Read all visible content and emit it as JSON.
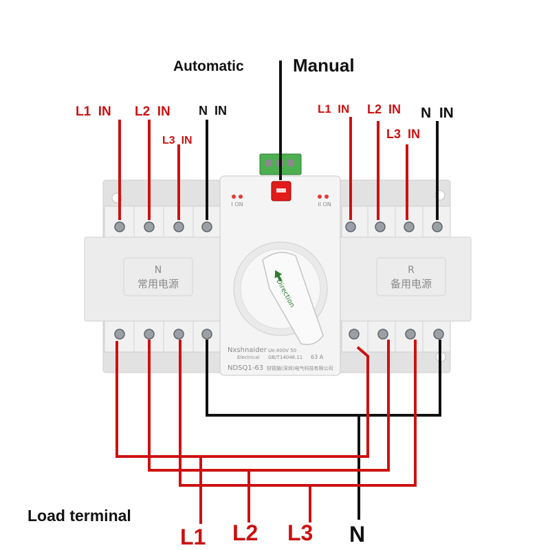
{
  "mode_labels": {
    "automatic": "Automatic",
    "manual": "Manual"
  },
  "left_inputs": {
    "l1": "L1  IN",
    "l2": "L2  IN",
    "l3": "L3  IN",
    "n": "N  IN"
  },
  "right_inputs": {
    "l1": "L1  IN",
    "l2": "L2  IN",
    "l3": "L3  IN",
    "n": "N  IN"
  },
  "device": {
    "left_block_letter": "N",
    "left_block_text": "常用电源",
    "right_block_letter": "R",
    "right_block_text": "备用电源",
    "brand": "Nxshnaider",
    "brand_sub": "Electrical",
    "model": "NDSQ1-63",
    "rating_line1": "Ue:400V  50",
    "rating_line2": "GB/T14048.11",
    "rating_current": "63  A",
    "maker": "财德施(深圳)电气科技有限公司",
    "knob_text": "Direction",
    "indicator_left": "I  ON",
    "indicator_right": "II  ON"
  },
  "load": {
    "title": "Load terminal",
    "l1": "L1",
    "l2": "L2",
    "l3": "L3",
    "n": "N"
  },
  "colors": {
    "phase_wire": "#cc1111",
    "neutral_wire": "#111111",
    "device_body": "#ececec"
  }
}
